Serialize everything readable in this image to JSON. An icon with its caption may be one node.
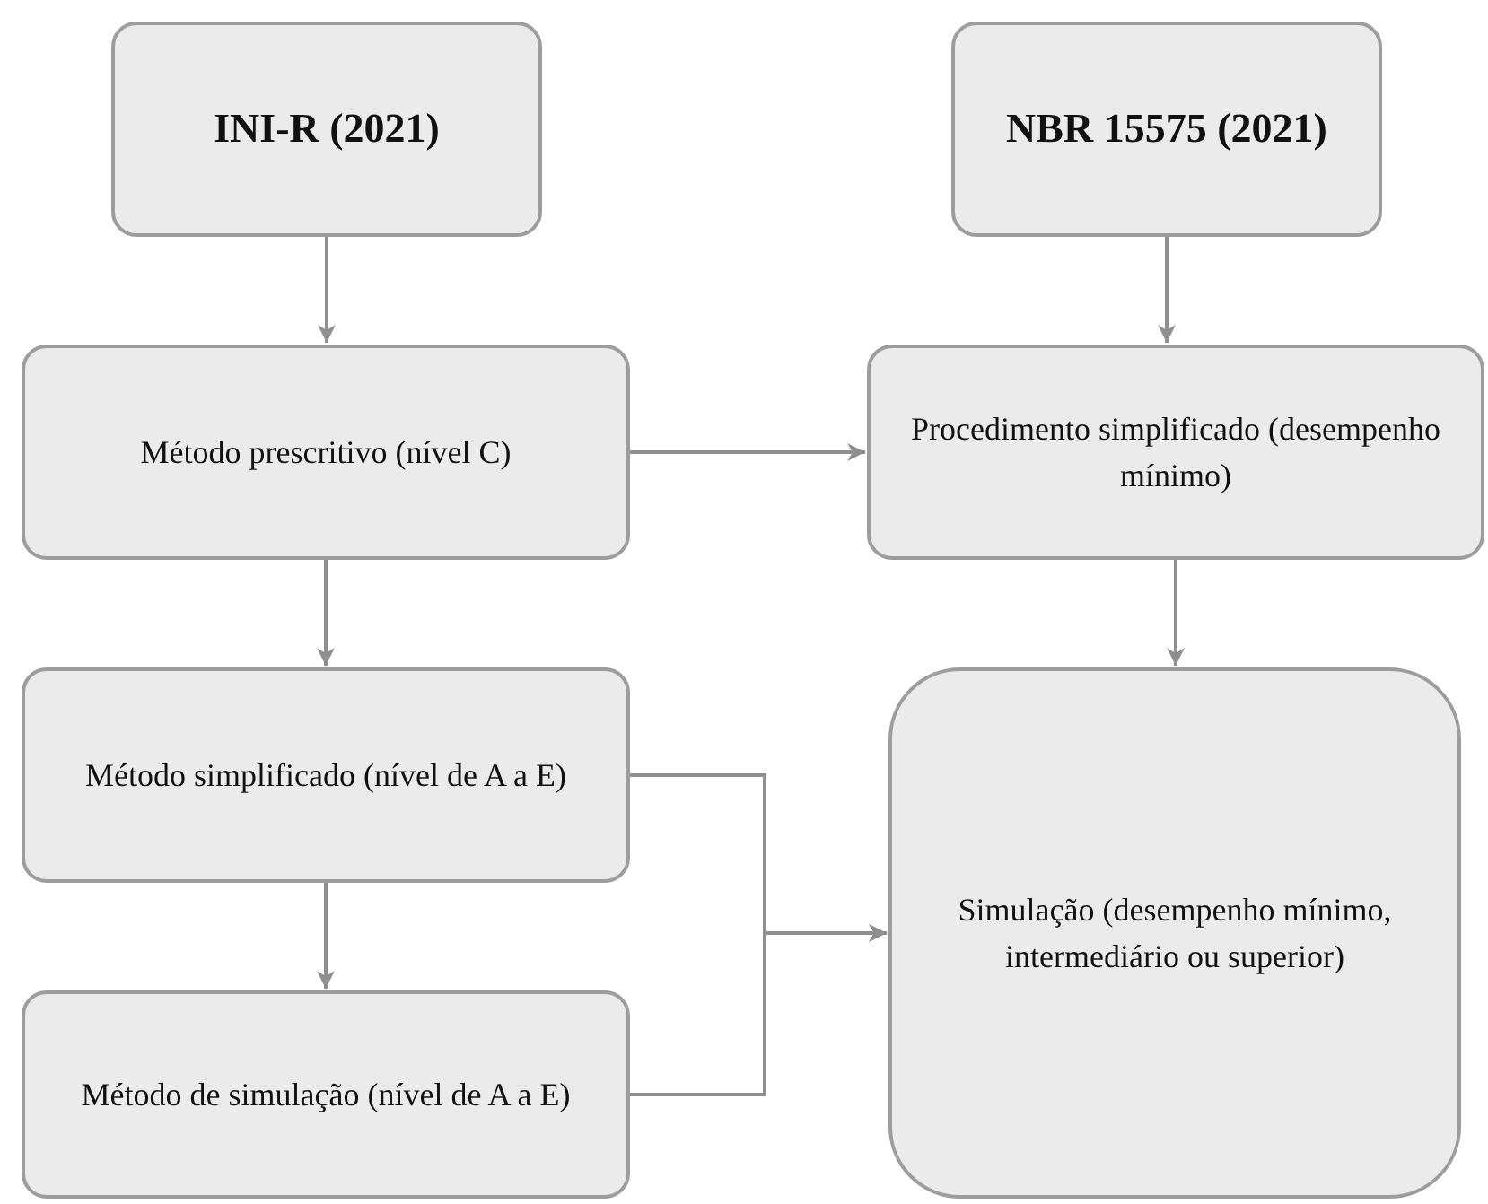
{
  "diagram": {
    "nodes": [
      {
        "text": [
          "INI-R (2021)"
        ]
      },
      {
        "text": [
          "NBR 15575 (2021)"
        ]
      },
      {
        "text": [
          "Método prescritivo (nível C)"
        ]
      },
      {
        "text": [
          "Procedimento simplificado (desempenho mínimo)"
        ]
      },
      {
        "text": [
          "Método simplificado (nível de A a E)"
        ]
      },
      {
        "text": [
          "Simulação (desempenho mínimo, intermediário ou superior)"
        ]
      },
      {
        "text": [
          "Método de simulação (nível de A a E)"
        ]
      }
    ],
    "edges": [
      {
        "from": 0,
        "to": 2,
        "arrow": "to"
      },
      {
        "from": 1,
        "to": 3,
        "arrow": "to"
      },
      {
        "from": 2,
        "to": 3,
        "arrow": "to"
      },
      {
        "from": 2,
        "to": 4,
        "arrow": "to"
      },
      {
        "from": 3,
        "to": 5,
        "arrow": "to"
      },
      {
        "from": 4,
        "to": 6,
        "arrow": "to"
      },
      {
        "from": 4,
        "to": 5,
        "arrow": "to"
      },
      {
        "from": 6,
        "to": 5,
        "arrow": "to"
      }
    ]
  }
}
